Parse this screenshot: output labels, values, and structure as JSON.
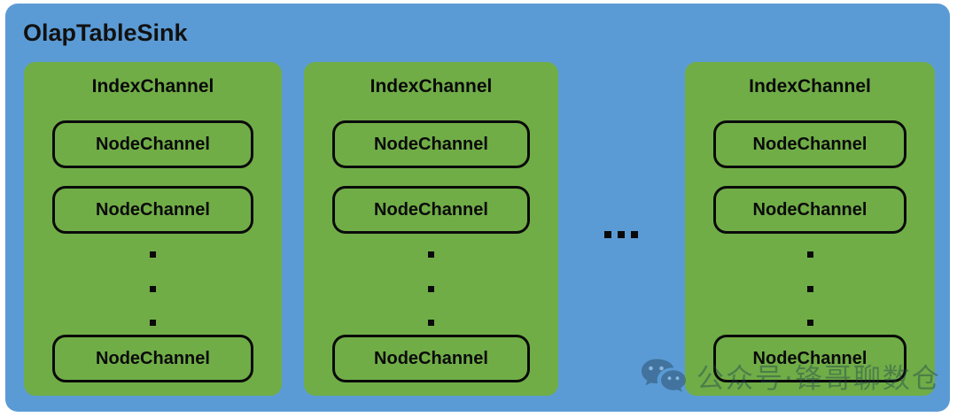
{
  "diagram": {
    "title": "OlapTableSink",
    "colors": {
      "container": "#5B9BD5",
      "panel": "#70AD47",
      "outline": "#0A0A0A",
      "text": "#0A0A0A",
      "background": "#FFFFFF"
    },
    "panels": [
      {
        "title": "IndexChannel",
        "nodes": [
          "NodeChannel",
          "NodeChannel",
          "NodeChannel"
        ],
        "vertical_ellipsis": "⋮"
      },
      {
        "title": "IndexChannel",
        "nodes": [
          "NodeChannel",
          "NodeChannel",
          "NodeChannel"
        ],
        "vertical_ellipsis": "⋮"
      },
      {
        "title": "IndexChannel",
        "nodes": [
          "NodeChannel",
          "NodeChannel",
          "NodeChannel"
        ],
        "vertical_ellipsis": "⋮"
      }
    ],
    "horizontal_ellipsis": "...",
    "watermark": {
      "icon": "wechat-icon",
      "text": "公众号·锋哥聊数仓"
    }
  }
}
